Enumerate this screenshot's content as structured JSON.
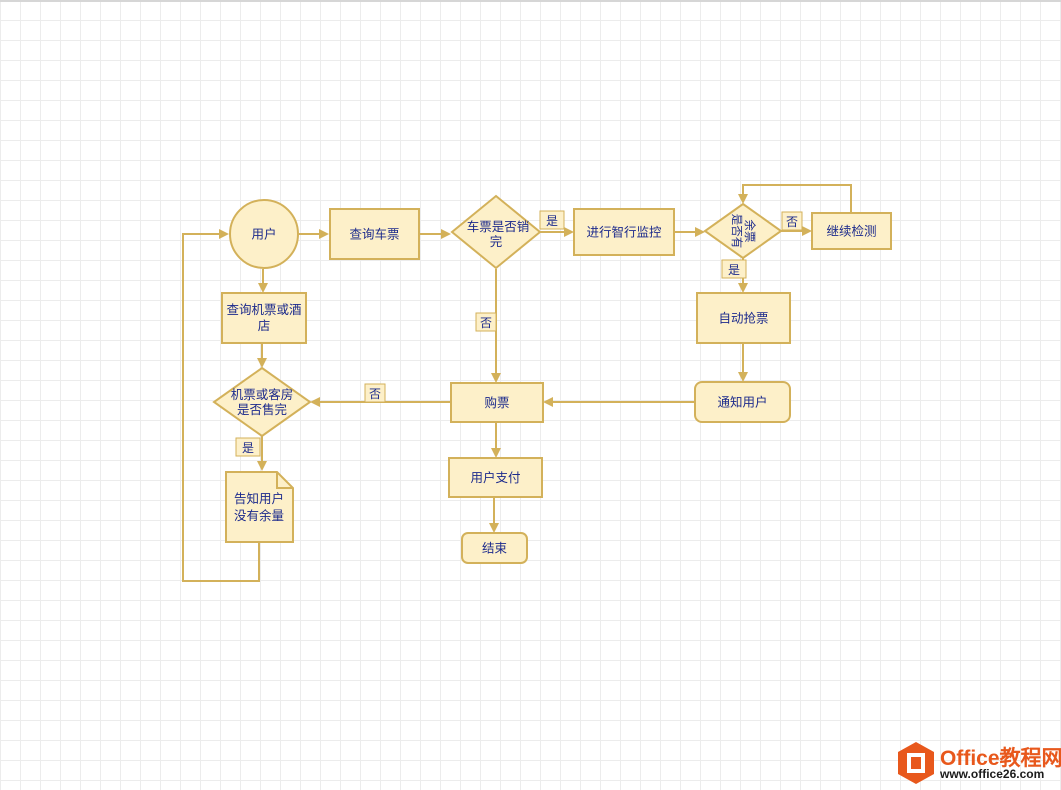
{
  "diagram": {
    "nodes": {
      "user": "用户",
      "query_train": "查询车票",
      "train_sold_out": "车票是否销完",
      "smart_monitor": "进行智行监控",
      "has_remaining": "是否有余票",
      "keep_checking": "继续检测",
      "auto_grab": "自动抢票",
      "notify_user": "通知用户",
      "buy_ticket": "购票",
      "user_pay": "用户支付",
      "end": "结束",
      "query_flight_hotel": "查询机票或酒店",
      "flight_room_sold_out": "机票或客房是否售完",
      "tell_user_none": "告知用户没有余量"
    },
    "edge_labels": {
      "yes_sold_out": "是",
      "no_sold_out": "否",
      "no_remaining": "否",
      "yes_remaining": "是",
      "no_flight_sold_out": "否",
      "yes_flight_sold_out": "是"
    }
  },
  "watermark": {
    "brand": "Office教程网",
    "url": "www.office26.com"
  },
  "colors": {
    "node_fill": "#fdf0c9",
    "node_stroke": "#d3b15a",
    "text": "#1c2a8c",
    "brand_orange": "#e8581c"
  }
}
